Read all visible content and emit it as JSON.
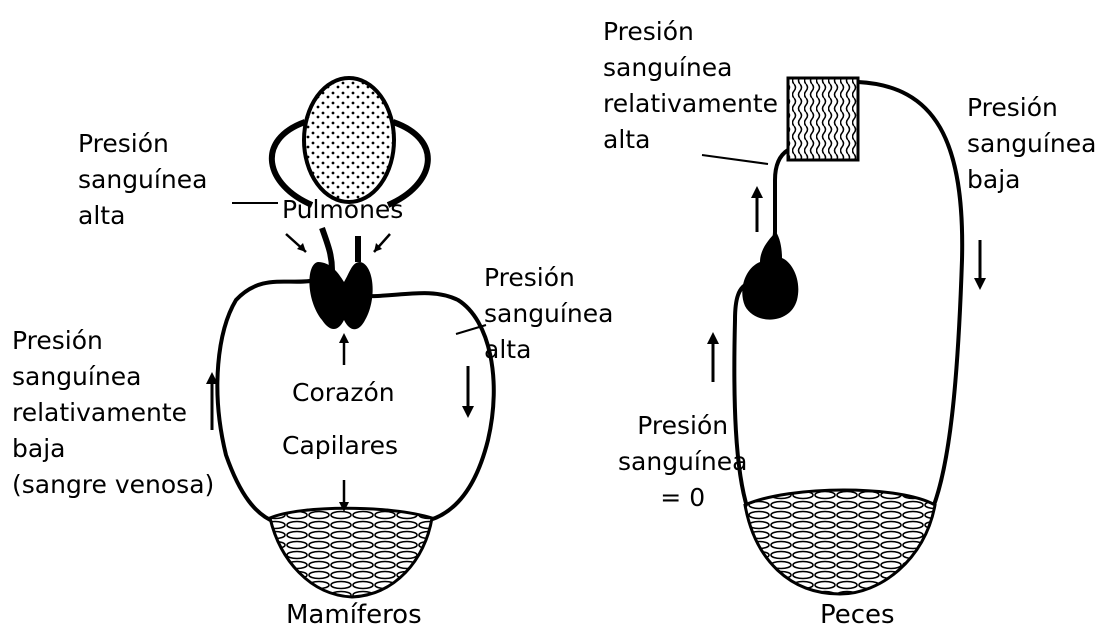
{
  "mammals": {
    "caption": "Mamíferos",
    "lungs_label": "Pulmones",
    "heart_label": "Corazón",
    "capillaries_label": "Capilares",
    "pressure_lungs": [
      "Presión",
      "sanguínea",
      "alta"
    ],
    "pressure_arterial": [
      "Presión",
      "sanguínea",
      "alta"
    ],
    "pressure_venous": [
      "Presión",
      "sanguínea",
      "relativamente",
      "baja",
      "(sangre venosa)"
    ]
  },
  "fish": {
    "caption": "Peces",
    "pressure_gills": [
      "Presión",
      "sanguínea",
      "relativamente",
      "alta"
    ],
    "pressure_body": [
      "Presión",
      "sanguínea",
      "baja"
    ],
    "pressure_return": [
      "Presión",
      "sanguínea",
      "= 0"
    ]
  }
}
